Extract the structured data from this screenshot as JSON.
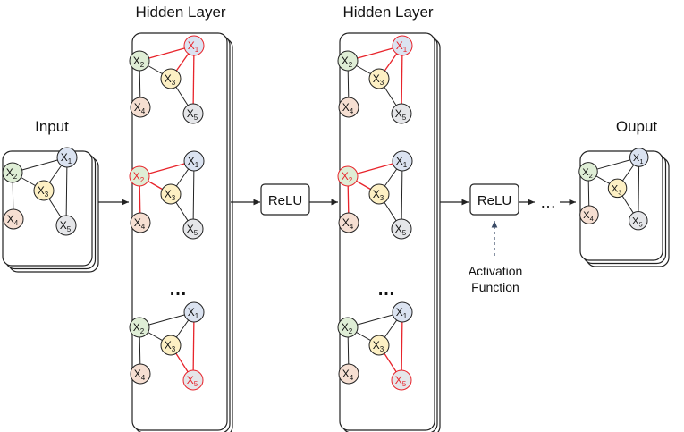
{
  "headings": {
    "input": "Input",
    "hidden1": "Hidden Layer",
    "hidden2": "Hidden Layer",
    "output": "Ouput"
  },
  "relu": [
    "ReLU",
    "ReLU"
  ],
  "ellipses": [
    "…",
    "…",
    "…"
  ],
  "activation": [
    "Activation",
    "Function"
  ],
  "graph": {
    "nodes": [
      {
        "id": "X1",
        "base": "X",
        "sub": "1",
        "fill": "#dbe3f1"
      },
      {
        "id": "X2",
        "base": "X",
        "sub": "2",
        "fill": "#dfeed6"
      },
      {
        "id": "X3",
        "base": "X",
        "sub": "3",
        "fill": "#fdf0c4"
      },
      {
        "id": "X4",
        "base": "X",
        "sub": "4",
        "fill": "#f6dfd2"
      },
      {
        "id": "X5",
        "base": "X",
        "sub": "5",
        "fill": "#e5e6e9"
      }
    ],
    "edges": [
      [
        "X1",
        "X2"
      ],
      [
        "X1",
        "X3"
      ],
      [
        "X1",
        "X5"
      ],
      [
        "X2",
        "X3"
      ],
      [
        "X2",
        "X4"
      ],
      [
        "X3",
        "X5"
      ]
    ]
  },
  "highlights": [
    "X1",
    "X2",
    "X5"
  ],
  "colors": {
    "highlight": "#e8242b",
    "stroke": "#222222",
    "arrow_dashed": "#3a4a66"
  }
}
